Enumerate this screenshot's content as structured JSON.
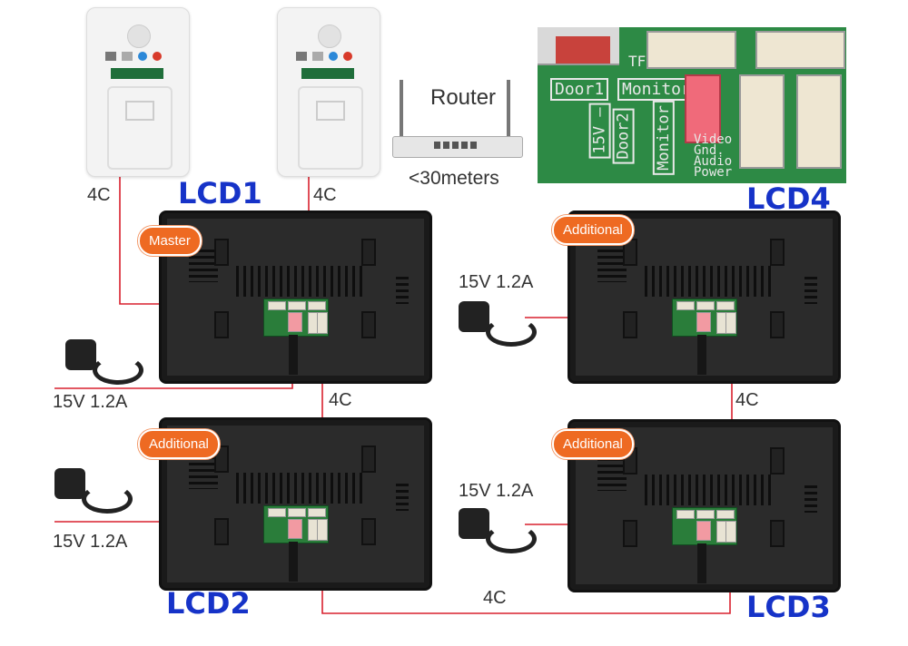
{
  "labels": {
    "lcd1": "LCD1",
    "lcd2": "LCD2",
    "lcd3": "LCD3",
    "lcd4": "LCD4",
    "router": "Router",
    "distance": "<30meters",
    "cable_4c": "4C",
    "power": "15V 1.2A",
    "master": "Master",
    "additional": "Additional"
  },
  "pcb_labels": {
    "door1": "Door1",
    "door2": "Door2",
    "monitor": "Monitor",
    "v15": "15V —",
    "tf": "TF",
    "video": "Video",
    "gnd": "Gnd.",
    "audio": "Audio",
    "power": "Power"
  },
  "colors": {
    "wire": "#d8212e",
    "title": "#1633c8",
    "badge": "#ee6a22"
  }
}
